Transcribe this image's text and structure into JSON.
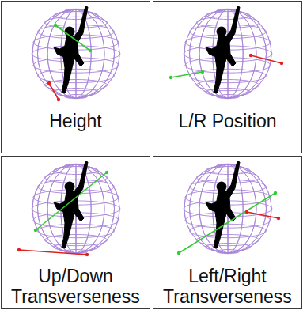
{
  "diagram": {
    "nodes": [
      {
        "text": [
          "Height"
        ]
      },
      {
        "text": [
          "L/R Position"
        ]
      },
      {
        "text": [
          "Up/Down Transverseness"
        ]
      },
      {
        "text": [
          "Left/Right Transverseness"
        ]
      }
    ]
  }
}
